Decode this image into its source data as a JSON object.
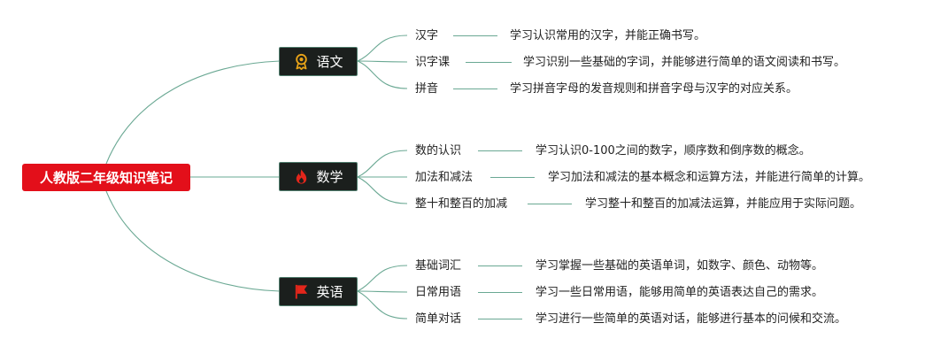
{
  "root": {
    "title": "人教版二年级知识笔记"
  },
  "subjects": [
    {
      "name": "语文",
      "icon": "award-ribbon-icon",
      "topics": [
        {
          "label": "汉字",
          "description": "学习认识常用的汉字，并能正确书写。"
        },
        {
          "label": "识字课",
          "description": "学习识别一些基础的字词，并能够进行简单的语文阅读和书写。"
        },
        {
          "label": "拼音",
          "description": "学习拼音字母的发音规则和拼音字母与汉字的对应关系。"
        }
      ]
    },
    {
      "name": "数学",
      "icon": "flame-icon",
      "topics": [
        {
          "label": "数的认识",
          "description": "学习认识0-100之间的数字，顺序数和倒序数的概念。"
        },
        {
          "label": "加法和减法",
          "description": "学习加法和减法的基本概念和运算方法，并能进行简单的计算。"
        },
        {
          "label": "整十和整百的加减",
          "description": "学习整十和整百的加减法运算，并能应用于实际问题。"
        }
      ]
    },
    {
      "name": "英语",
      "icon": "flag-icon",
      "topics": [
        {
          "label": "基础词汇",
          "description": "学习掌握一些基础的英语单词，如数字、颜色、动物等。"
        },
        {
          "label": "日常用语",
          "description": "学习一些日常用语，能够用简单的英语表达自己的需求。"
        },
        {
          "label": "简单对话",
          "description": "学习进行一些简单的英语对话，能够进行基本的问候和交流。"
        }
      ]
    }
  ],
  "colors": {
    "root_bg": "#e30f1a",
    "node_bg": "#1b1f1d",
    "connector": "#6aa893",
    "icon_gold": "#e8a318",
    "icon_red": "#e3261b"
  }
}
